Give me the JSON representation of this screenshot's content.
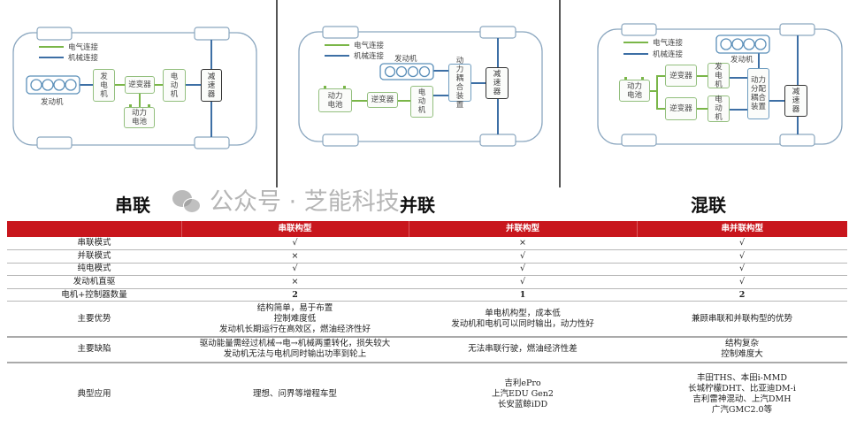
{
  "diagrams": [
    {
      "title": "串联",
      "legend": {
        "electric": "电气连接",
        "mechanical": "机械连接"
      },
      "engine": "发动机",
      "generator": "发电机",
      "inverter": "逆变器",
      "motor": "电动机",
      "battery": "动力电池",
      "reducer": "减速器"
    },
    {
      "title": "并联",
      "legend": {
        "electric": "电气连接",
        "mechanical": "机械连接"
      },
      "engine": "发动机",
      "coupler": "动力耦合装置",
      "battery": "动力电池",
      "inverter": "逆变器",
      "motor": "电动机",
      "reducer": "减速器"
    },
    {
      "title": "混联",
      "legend": {
        "electric": "电气连接",
        "mechanical": "机械连接"
      },
      "engine": "发动机",
      "battery": "动力电池",
      "inverter1": "逆变器",
      "inverter2": "逆变器",
      "generator": "发电机",
      "motor": "电动机",
      "splitter": "动力分配耦合装置",
      "reducer": "减速器"
    }
  ],
  "colors": {
    "header": "#c8161d",
    "electric": "#7ab648",
    "mechanical": "#3d6fa5"
  },
  "table": {
    "headers": [
      "",
      "串联构型",
      "并联构型",
      "串并联构型"
    ],
    "rows": [
      [
        "串联模式",
        "√",
        "×",
        "√"
      ],
      [
        "并联模式",
        "×",
        "√",
        "√"
      ],
      [
        "纯电模式",
        "√",
        "√",
        "√"
      ],
      [
        "发动机直驱",
        "×",
        "√",
        "√"
      ],
      [
        "电机+控制器数量",
        "2",
        "1",
        "2"
      ]
    ],
    "advantages": {
      "label": "主要优势",
      "c1": [
        "结构简单，易于布置",
        "控制难度低",
        "发动机长期运行在高效区，燃油经济性好"
      ],
      "c2": [
        "单电机构型，成本低",
        "发动机和电机可以同时输出，动力性好"
      ],
      "c3": [
        "兼顾串联和并联构型的优势"
      ]
    },
    "disadvantages": {
      "label": "主要缺陷",
      "c1": [
        "驱动能量需经过机械→电→机械两重转化，损失较大",
        "发动机无法与电机同时输出功率到轮上"
      ],
      "c2": [
        "无法串联行驶，燃油经济性差"
      ],
      "c3": [
        "结构复杂",
        "控制难度大"
      ]
    },
    "applications": {
      "label": "典型应用",
      "c1": [
        "理想、问界等增程车型"
      ],
      "c2": [
        "吉利ePro",
        "上汽EDU Gen2",
        "长安蓝鲸iDD"
      ],
      "c3": [
        "丰田THS、本田i-MMD",
        "长城柠檬DHT、比亚迪DM-i",
        "吉利雷神混动、上汽DMH",
        "广汽GMC2.0等"
      ]
    }
  },
  "watermark": "公众号 · 芝能科技"
}
